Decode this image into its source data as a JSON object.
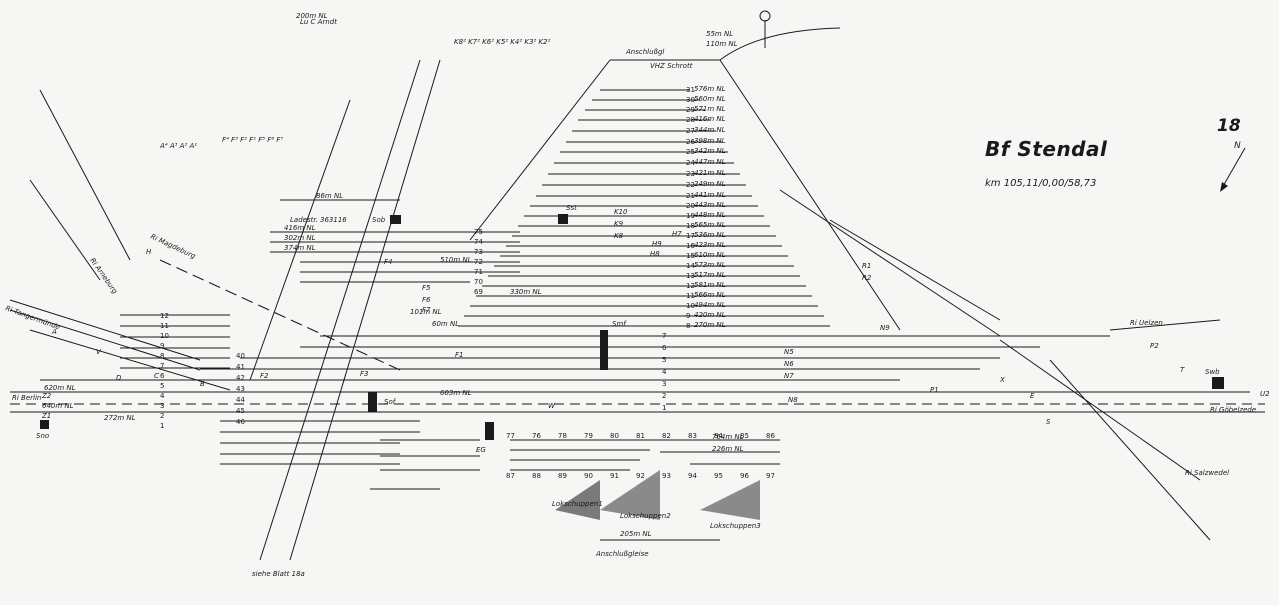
{
  "title": "Bf Stendal",
  "km": "km 105,11/0,00/58,73",
  "sheet_number": "18",
  "north_label": "N",
  "footnote": "siehe Blatt 18a",
  "places": {
    "berlin": "Ri Berlin",
    "goebelzede": "Ri Göbelzede",
    "salzwedel": "Ri Salzwedel",
    "magdeburg": "Ri Magdeburg",
    "tangermuende": "Ri Tangermünde",
    "uelzen": "Ri Uelzen",
    "arneburg": "Ri Arneburg",
    "vkz_schroth": "VHZ Schrott",
    "lu_c_arndt": "Lu C Arndt",
    "anschlussgleise": "Anschlußgleise",
    "anschlussgl": "Anschlußgl",
    "lokschuppen1": "Lokschuppen1",
    "lokschuppen2": "Lokschuppen2",
    "lokschuppen3": "Lokschuppen3",
    "ladestr": "Ladestr. 363116",
    "eg": "EG"
  },
  "stellwerke": {
    "sob": "Sob",
    "sst": "Sst",
    "sof": "Sof",
    "smf": "Smf",
    "swb": "Swb",
    "sno": "Sno"
  },
  "east_yard_tracks": [
    "31",
    "30",
    "29",
    "28",
    "27",
    "26",
    "25",
    "24",
    "23",
    "22",
    "21",
    "20",
    "19",
    "18",
    "17",
    "16",
    "15",
    "14",
    "13",
    "12",
    "11",
    "10",
    "9",
    "8"
  ],
  "east_yard_lengths": [
    "576m NL",
    "560m NL",
    "571m NL",
    "416m NL",
    "344m NL",
    "398m NL",
    "342m NL",
    "447m NL",
    "421m NL",
    "249m NL",
    "441m NL",
    "443m NL",
    "448m NL",
    "565m NL",
    "536m NL",
    "423m NL",
    "610m NL",
    "573m NL",
    "517m NL",
    "581m NL",
    "566m NL",
    "494m NL",
    "420m NL",
    "270m NL"
  ],
  "main_tracks": [
    "7",
    "6",
    "5",
    "4",
    "3",
    "2",
    "1"
  ],
  "west_tracks": [
    "12",
    "11",
    "10",
    "9",
    "8",
    "7",
    "6",
    "5",
    "4",
    "3",
    "2",
    "1"
  ],
  "mid_tracks": [
    "75",
    "74",
    "73",
    "72",
    "71",
    "70",
    "69"
  ],
  "lower_tracks": [
    "40",
    "41",
    "42",
    "43",
    "44",
    "45",
    "46"
  ],
  "shed_tracks": [
    "77",
    "76",
    "78",
    "79",
    "80",
    "81",
    "82",
    "83",
    "84",
    "85",
    "86",
    "87",
    "88",
    "89",
    "90",
    "91",
    "92",
    "93",
    "94",
    "95",
    "96",
    "97"
  ],
  "labels": {
    "l_a_group": "A⁴ A³ A² A¹",
    "l_f_group": "F⁴ F³ F² F¹ F⁵ F⁶ F⁷",
    "l_k_group": "K8² K7² K6² K5² K4² K3² K2²",
    "l_86m": "86m NL",
    "l_416m": "416m NL",
    "l_302m": "302m NL",
    "l_374m": "374m NL",
    "l_603m": "603m NL",
    "l_510m": "510m NL",
    "l_200m": "200m NL",
    "l_110m": "110m NL",
    "l_55m": "55m NL",
    "l_60m": "60m NL",
    "l_101m": "101m NL",
    "l_330m": "330m NL",
    "l_272m": "272m NL",
    "l_620m": "620m NL",
    "l_640m": "640m NL",
    "l_764m": "764m NL",
    "l_226m": "226m NL",
    "l_205m": "205m NL",
    "n_k10": "K10",
    "n_k9": "K9",
    "n_k8": "K8",
    "n_h9": "H9",
    "n_h8": "H8",
    "n_h7": "H7",
    "n_n5": "N5",
    "n_n6": "N6",
    "n_n7": "N7",
    "n_n8": "N8",
    "n_f1": "F1",
    "n_f2": "F2",
    "n_f3": "F3",
    "n_f4": "F4",
    "n_f5": "F5",
    "n_f6": "F6",
    "n_f7": "F7",
    "n_p1": "P1",
    "n_p2": "P2",
    "n_u2": "U2",
    "n_c": "C",
    "n_b": "B",
    "n_n9": "N9",
    "n_r1": "R1",
    "n_r2": "R2",
    "n_s": "S",
    "n_t": "T",
    "n_z1": "Z1",
    "n_z2": "Z2",
    "n_a": "A",
    "n_e": "E",
    "n_d": "D",
    "n_v": "V",
    "n_w": "W",
    "n_x": "X",
    "n_hv": "H"
  }
}
